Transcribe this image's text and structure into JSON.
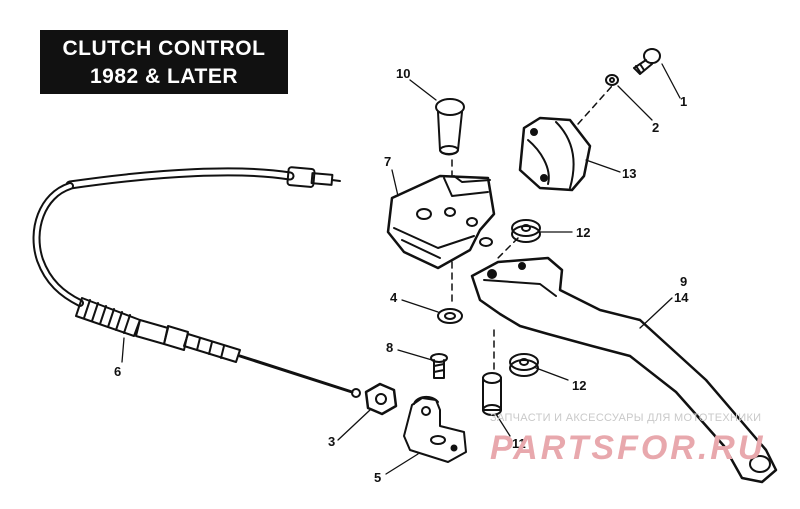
{
  "title": {
    "line1": "CLUTCH CONTROL",
    "line2": "1982 & LATER"
  },
  "callouts": [
    "1",
    "2",
    "3",
    "4",
    "5",
    "6",
    "7",
    "8",
    "9",
    "10",
    "11",
    "12",
    "12",
    "13",
    "14"
  ],
  "watermark": {
    "caption": "ЗАПЧАСТИ И АКСЕССУАРЫ ДЛЯ МОТОТЕХНИКИ",
    "logo_text": "PARTSFOR.RU",
    "color": "#e8a8ad"
  },
  "colors": {
    "ink": "#111111",
    "background": "#ffffff"
  }
}
